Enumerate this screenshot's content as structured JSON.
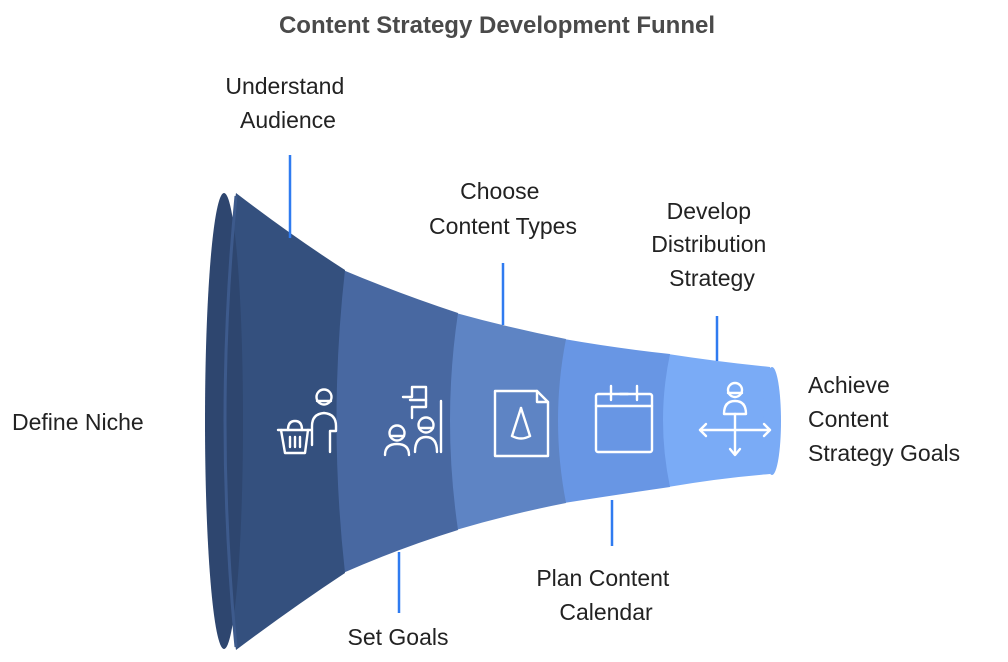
{
  "title": "Content Strategy Development Funnel",
  "stages": [
    {
      "id": "define-niche",
      "lines": [
        "Define Niche"
      ],
      "icon": "shopping-basket-person-icon",
      "color": "#34507e"
    },
    {
      "id": "understand-audience",
      "lines": [
        "Understand",
        "Audience"
      ],
      "icon": "presenter-audience-icon",
      "color": "#4868a1"
    },
    {
      "id": "set-goals",
      "lines": [
        "Set Goals"
      ],
      "icon": "document-shape-icon",
      "color": "#5e84c4"
    },
    {
      "id": "choose-content-types",
      "lines": [
        "Choose",
        "Content Types"
      ],
      "icon": "calendar-icon",
      "color": "#6896e4"
    },
    {
      "id": "plan-content-calendar",
      "lines": [
        "Plan Content",
        "Calendar"
      ],
      "icon": "person-arrows-icon",
      "color": "#7aabf6"
    },
    {
      "id": "develop-distribution-strategy",
      "lines": [
        "Develop",
        "Distribution",
        "Strategy"
      ]
    },
    {
      "id": "achieve-content-strategy-goals",
      "lines": [
        "Achieve",
        "Content",
        "Strategy Goals"
      ]
    }
  ],
  "colors": {
    "leader_line": "#2f7bf0",
    "rim_outer": "#2e466f",
    "rim_inner": "#3d5a8c"
  }
}
